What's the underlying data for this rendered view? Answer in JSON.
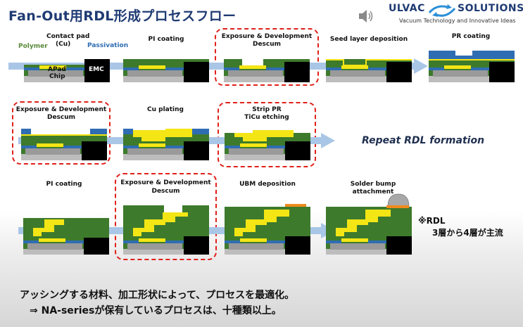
{
  "title": "Fan-Out用RDL形成プロセスフロー",
  "logo": {
    "left_word": "ULVAC",
    "right_word": "SOLUTIONS",
    "tagline": "Vacuum Technology and Innovative Ideas",
    "speaker_icon": "speaker-icon",
    "emblem_icon": "ulvac-swirl-icon"
  },
  "first_panel_labels": {
    "contact_pad": "Contact pad",
    "contact_pad_material": "(Cu)",
    "polymer": "Polymer",
    "passivation": "Passivation",
    "apad": "APad",
    "chip": "Chip",
    "emc": "EMC"
  },
  "row1_steps": [
    {
      "label_1": "",
      "label_2": ""
    },
    {
      "label_1": "PI coating",
      "label_2": ""
    },
    {
      "label_1": "Exposure & Development",
      "label_2": "Descum"
    },
    {
      "label_1": "Seed layer deposition",
      "label_2": ""
    },
    {
      "label_1": "PR coating",
      "label_2": ""
    }
  ],
  "row2_steps": [
    {
      "label_1": "Exposure & Development",
      "label_2": "Descum"
    },
    {
      "label_1": "Cu plating",
      "label_2": ""
    },
    {
      "label_1": "Strip PR",
      "label_2": "TiCu etching"
    }
  ],
  "repeat_text": "Repeat RDL formation",
  "row3_steps": [
    {
      "label_1": "PI coating",
      "label_2": ""
    },
    {
      "label_1": "Exposure & Development",
      "label_2": "Descum"
    },
    {
      "label_1": "UBM deposition",
      "label_2": ""
    },
    {
      "label_1": "Solder bump",
      "label_2": "attachment"
    }
  ],
  "note": {
    "line1": "※RDL",
    "line2": "3層から4層が主流"
  },
  "bottom": {
    "line1": "アッシングする材料、加工形状によって、プロセスを最適化。",
    "line2": "⇒ NA-seriesが保有しているプロセスは、十種類以上。"
  },
  "colors": {
    "title": "#1f3b73",
    "polymer": "#3d7a2c",
    "copper_pad": "#f4e515",
    "passivation": "#2f6db3",
    "chip": "#9a9a9a",
    "emc": "#000000",
    "arrow": "#a9c6e6",
    "highlight_frame": "#e0201a",
    "solder": "#a8a8a8"
  }
}
